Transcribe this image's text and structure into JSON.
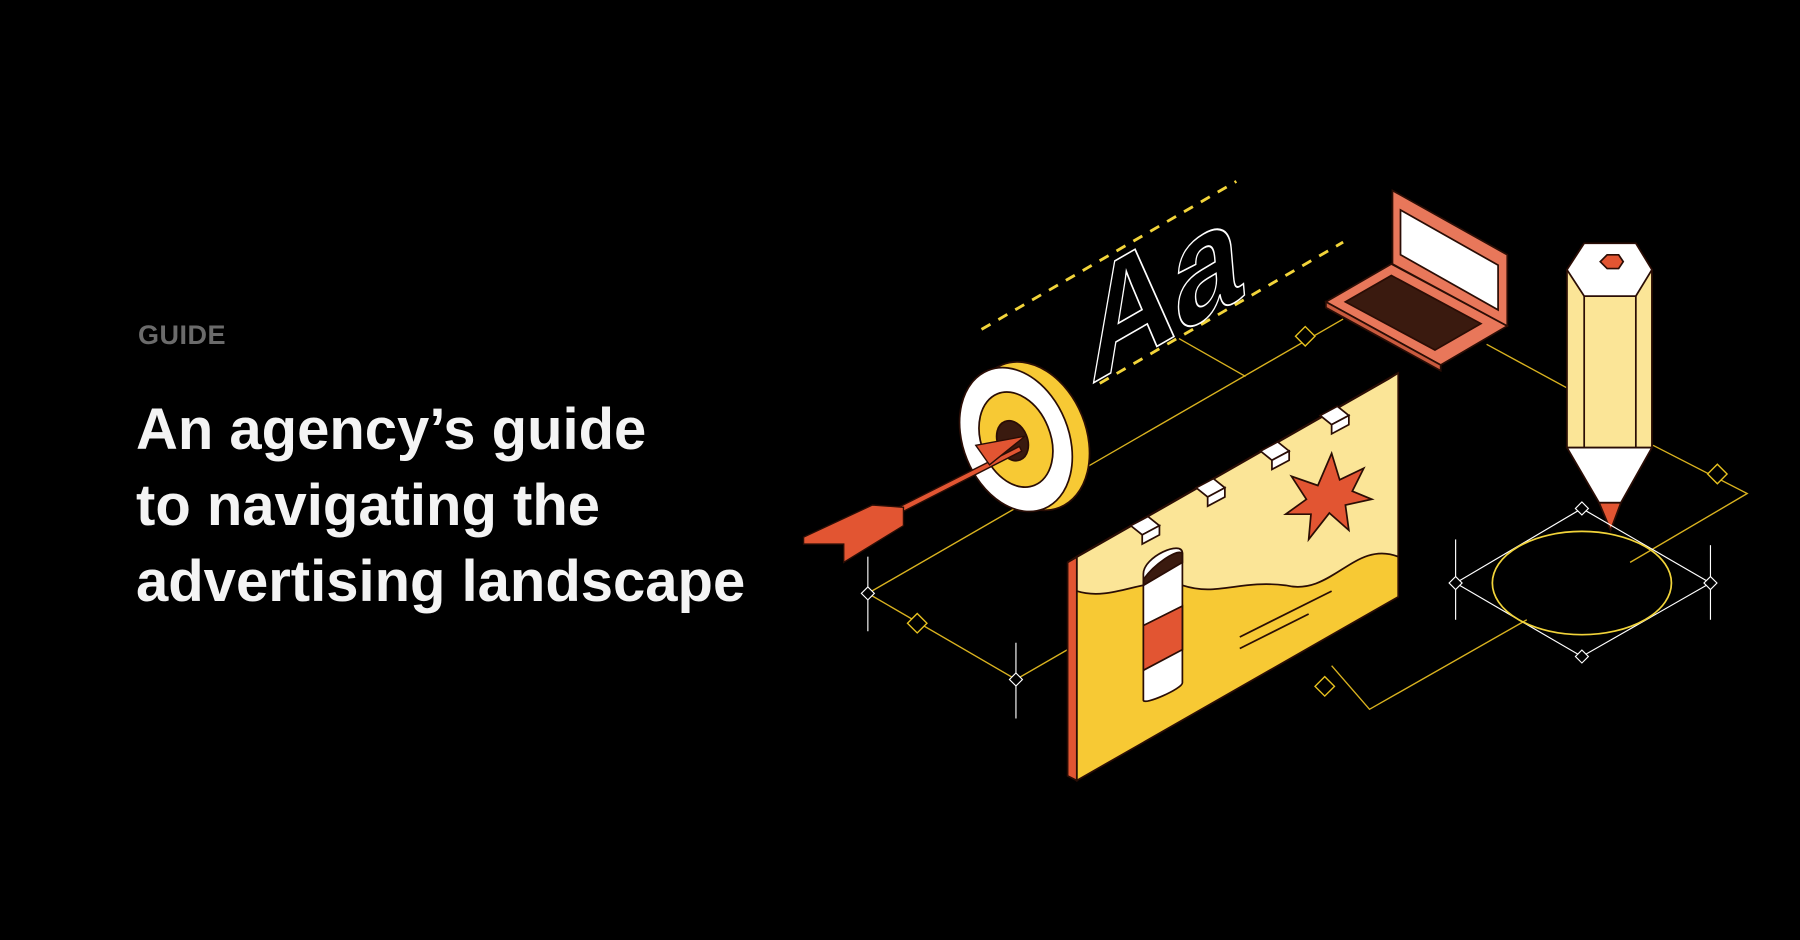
{
  "kicker": "GUIDE",
  "title_lines": [
    "An agency’s guide",
    "to navigating the",
    "advertising landscape"
  ],
  "illustration": {
    "lettering": "Aa",
    "icons": [
      "target-icon",
      "arrow-icon",
      "laptop-icon",
      "billboard-icon",
      "pencil-icon",
      "ellipse-selection-icon"
    ]
  },
  "colors": {
    "background": "#000000",
    "kicker": "#6b6b6b",
    "title": "#f4f4f4",
    "yellow": "#f7c934",
    "light_yellow": "#fbe597",
    "orange_red": "#e25532",
    "salmon": "#e8775a",
    "dark_brown": "#3a1a0f"
  }
}
